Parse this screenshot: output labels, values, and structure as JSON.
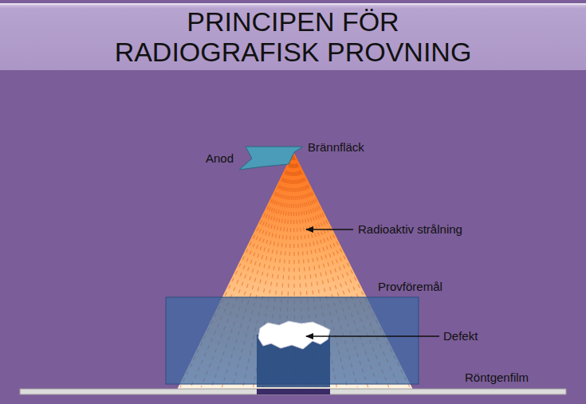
{
  "diagram": {
    "title": "PRINCIPEN FÖR RADIOGRAFISK PROVNING",
    "labels": [
      "Anod",
      "Brännfläck",
      "Radioaktiv strålning",
      "Provföremål",
      "Defekt",
      "Röntgenfilm"
    ]
  }
}
